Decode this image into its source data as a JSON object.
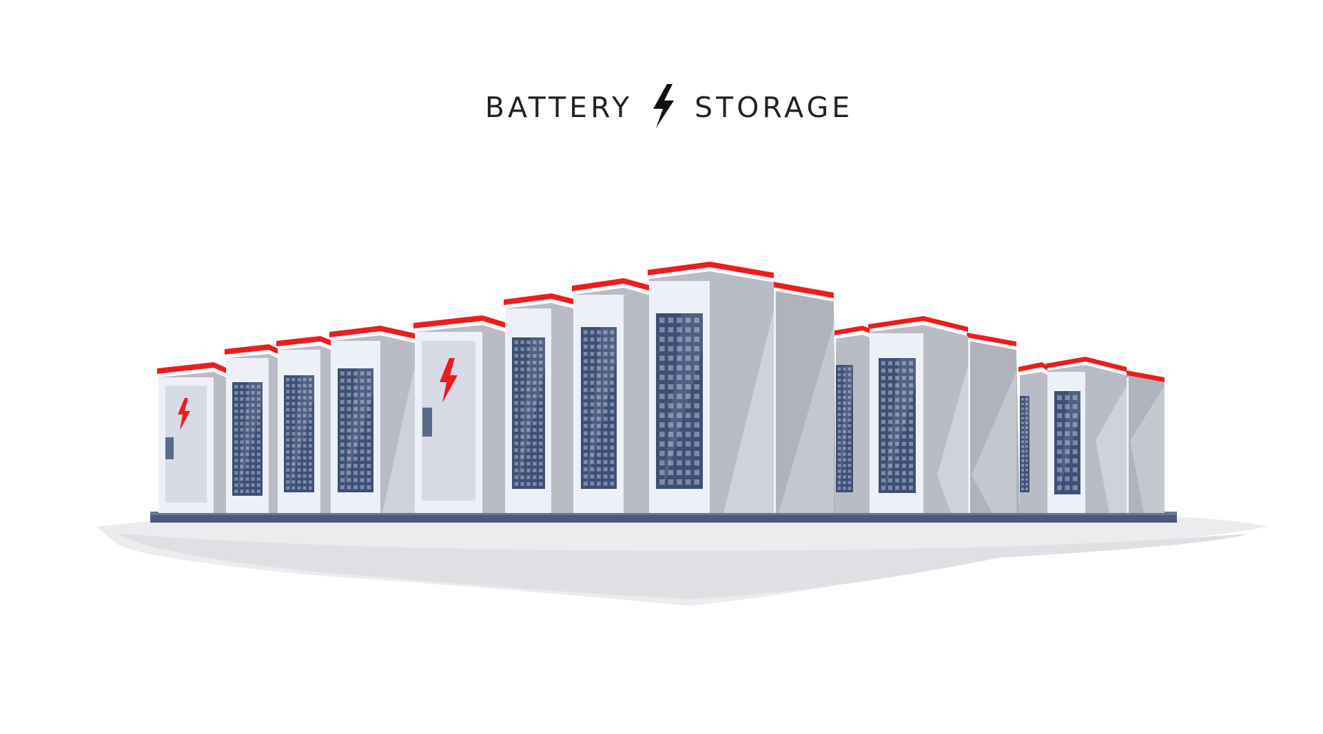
{
  "title": {
    "left": "BATTERY",
    "right": "STORAGE",
    "icon": "lightning-bolt-icon"
  },
  "colors": {
    "background": "#ffffff",
    "cap_red": "#ee1c1c",
    "front_light": "#eef0f8",
    "side_grey": "#b9bcc4",
    "side_grey_light": "#c8cbd2",
    "panel_navy": "#5a6a8c",
    "panel_window": "#3d4f74",
    "base_navy": "#4b5a7a",
    "shadow_grey": "#e0e1e4",
    "title_text": "#222222"
  },
  "cabinets": {
    "back_row_count": 11,
    "front_row_count": 5,
    "door_cabinets_with_bolt": 2
  }
}
